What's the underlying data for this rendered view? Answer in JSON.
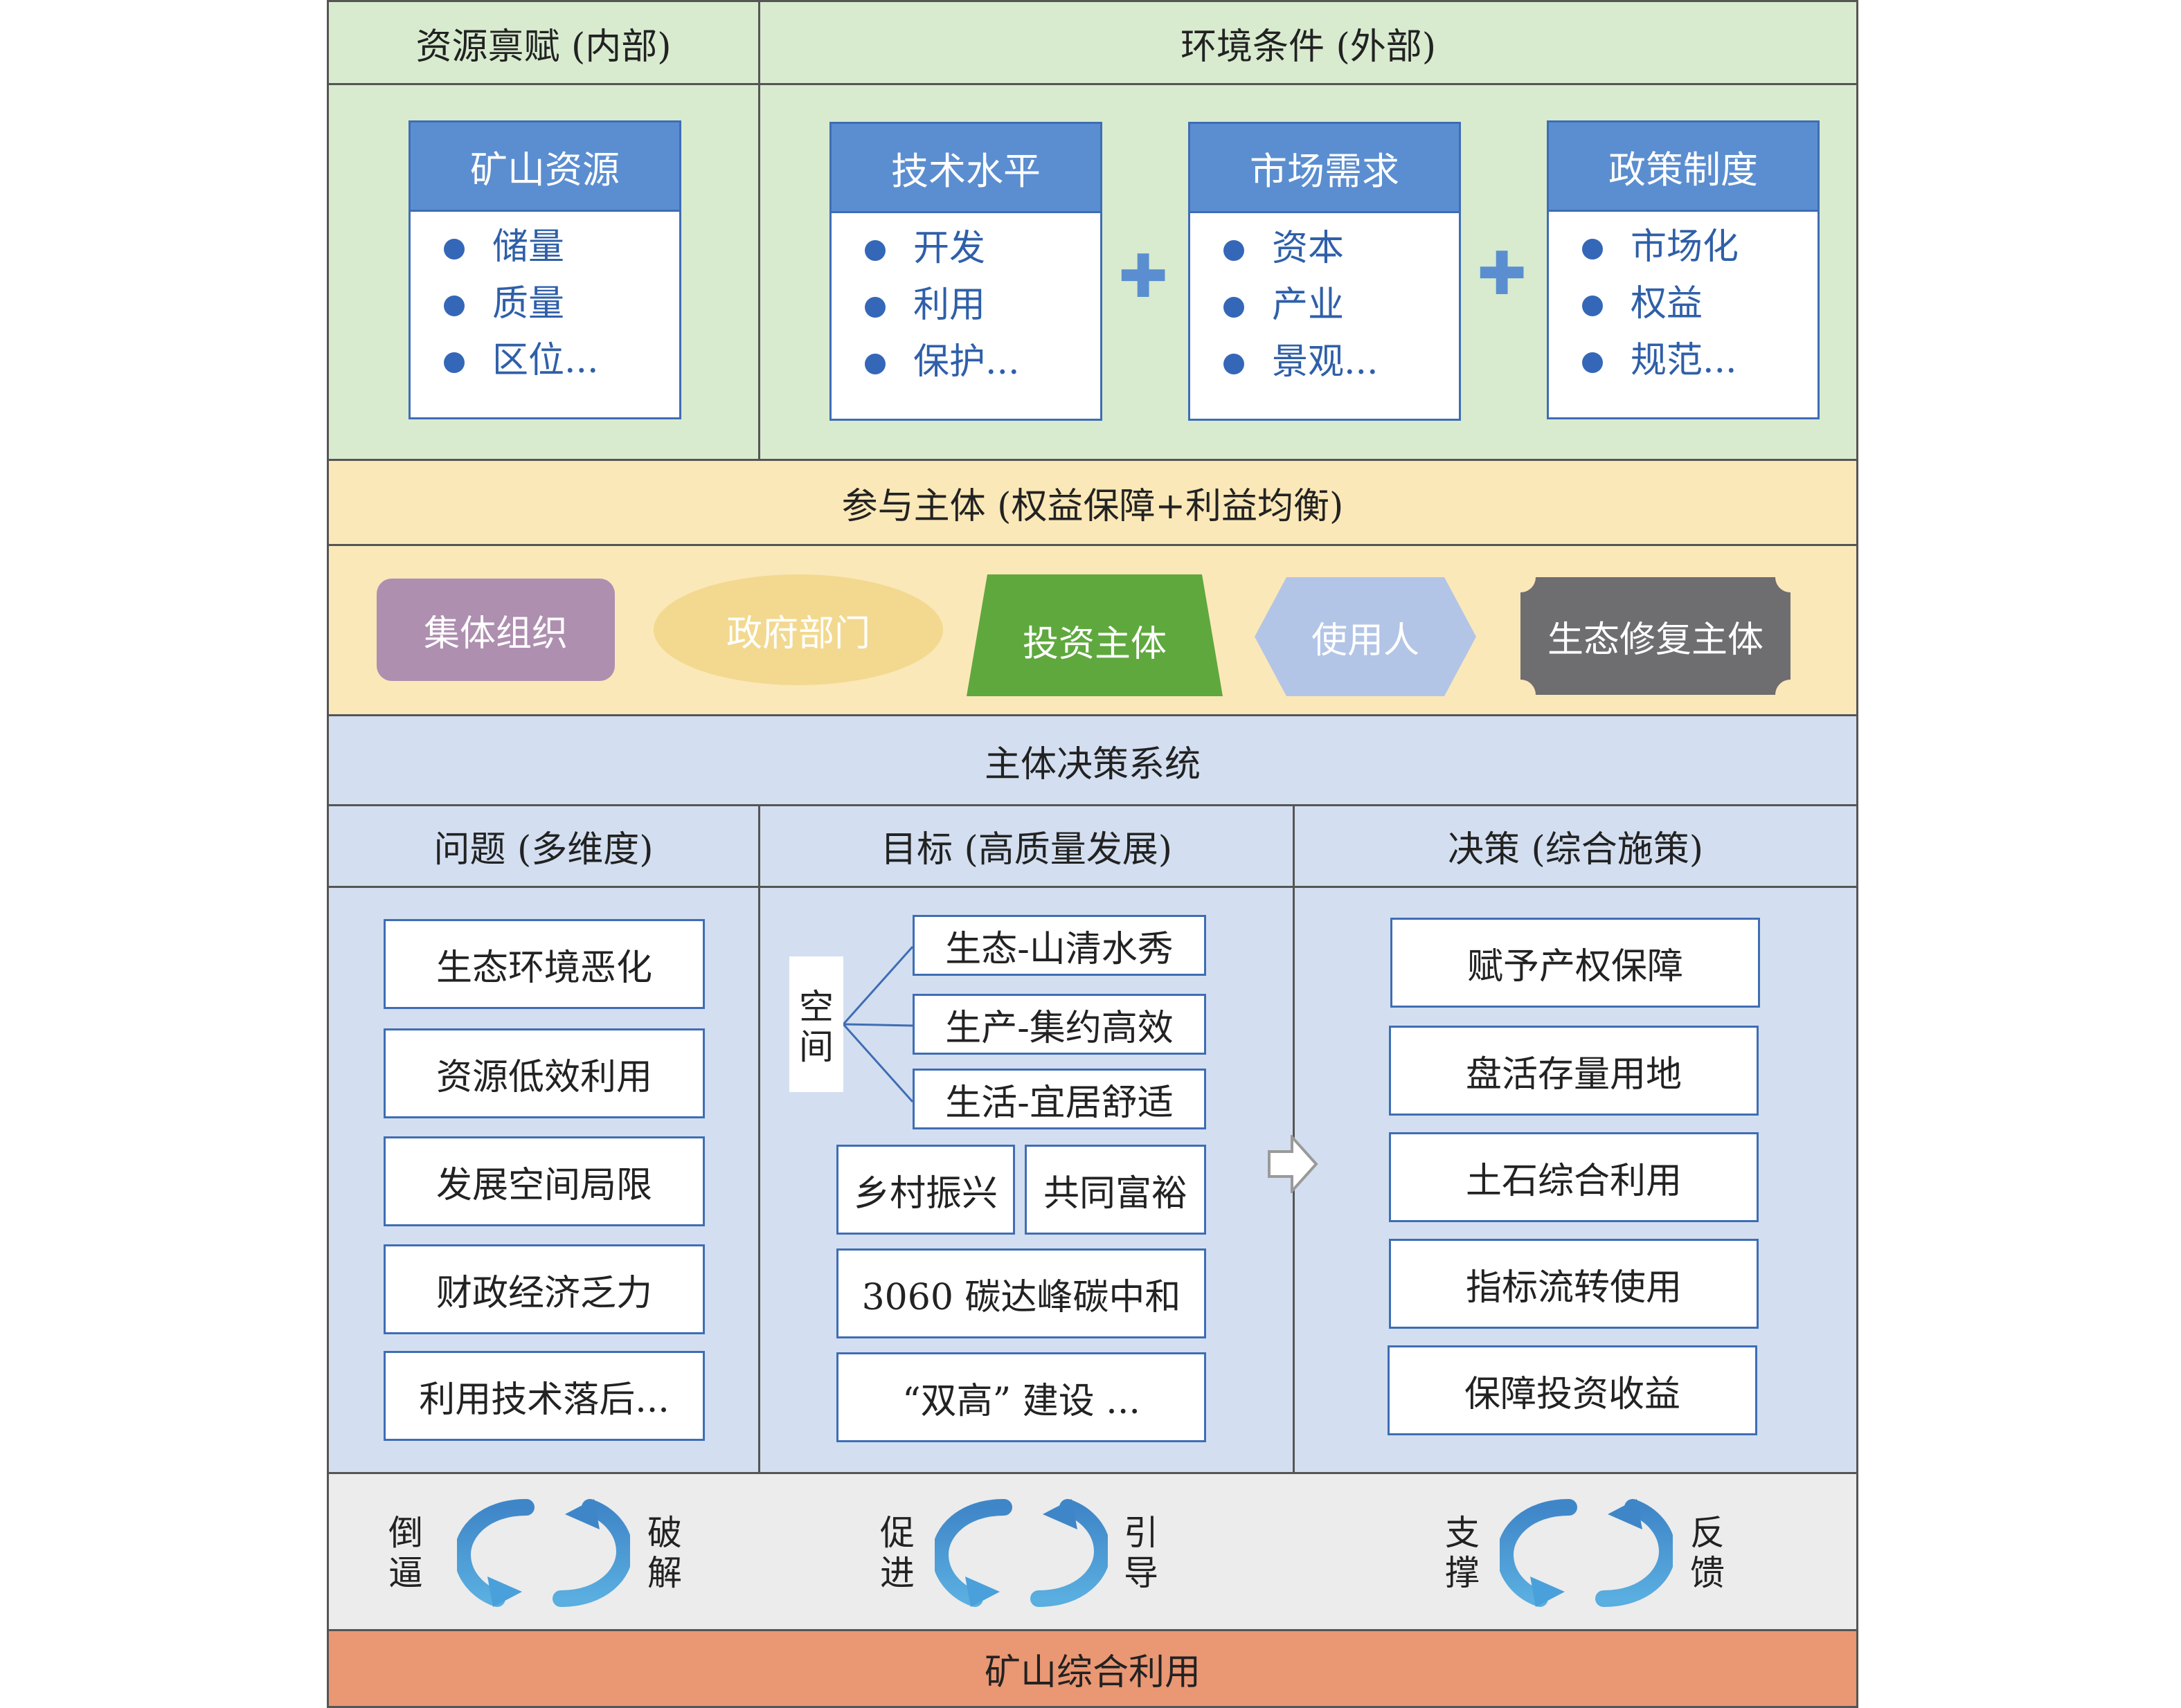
{
  "top": {
    "left_header": "资源禀赋 (内部)",
    "right_header": "环境条件 (外部)",
    "cards": [
      {
        "title": "矿山资源",
        "items": [
          "储量",
          "质量",
          "区位..."
        ]
      },
      {
        "title": "技术水平",
        "items": [
          "开发",
          "利用",
          "保护..."
        ]
      },
      {
        "title": "市场需求",
        "items": [
          "资本",
          "产业",
          "景观..."
        ]
      },
      {
        "title": "政策制度",
        "items": [
          "市场化",
          "权益",
          "规范..."
        ]
      }
    ],
    "plus_symbol": "✚",
    "colors": {
      "background": "#d8ebcf",
      "card_header": "#5b8ed0",
      "bullet": "#3567b8"
    }
  },
  "participants": {
    "header": "参与主体 (权益保障+利益均衡)",
    "actors": [
      {
        "label": "集体组织",
        "color": "#ae8fb0"
      },
      {
        "label": "政府部门",
        "color": "#f2d98f"
      },
      {
        "label": "投资主体",
        "color": "#5fa83e"
      },
      {
        "label": "使用人",
        "color": "#b3c5e6"
      },
      {
        "label": "生态修复主体",
        "color": "#6e6d70"
      }
    ],
    "colors": {
      "background": "#fbe8b8"
    }
  },
  "decision": {
    "header": "主体决策系统",
    "columns": [
      {
        "header": "问题 (多维度)",
        "items": [
          "生态环境恶化",
          "资源低效利用",
          "发展空间局限",
          "财政经济乏力",
          "利用技术落后..."
        ]
      },
      {
        "header": "目标 (高质量发展)",
        "space_label": "空间",
        "space_items": [
          "生态-山清水秀",
          "生产-集约高效",
          "生活-宜居舒适"
        ],
        "pair_items": [
          "乡村振兴",
          "共同富裕"
        ],
        "items": [
          "3060 碳达峰碳中和",
          "“双高” 建设 ..."
        ]
      },
      {
        "header": "决策 (综合施策)",
        "items": [
          "赋予产权保障",
          "盘活存量用地",
          "土石综合利用",
          "指标流转使用",
          "保障投资收益"
        ]
      }
    ],
    "colors": {
      "background": "#d3dff0",
      "box_border": "#3f6db5"
    }
  },
  "loops": [
    {
      "left": "倒逼",
      "right": "破解"
    },
    {
      "left": "促进",
      "right": "引导"
    },
    {
      "left": "支撑",
      "right": "反馈"
    }
  ],
  "footer": {
    "label": "矿山综合利用",
    "color": "#ea9773"
  }
}
